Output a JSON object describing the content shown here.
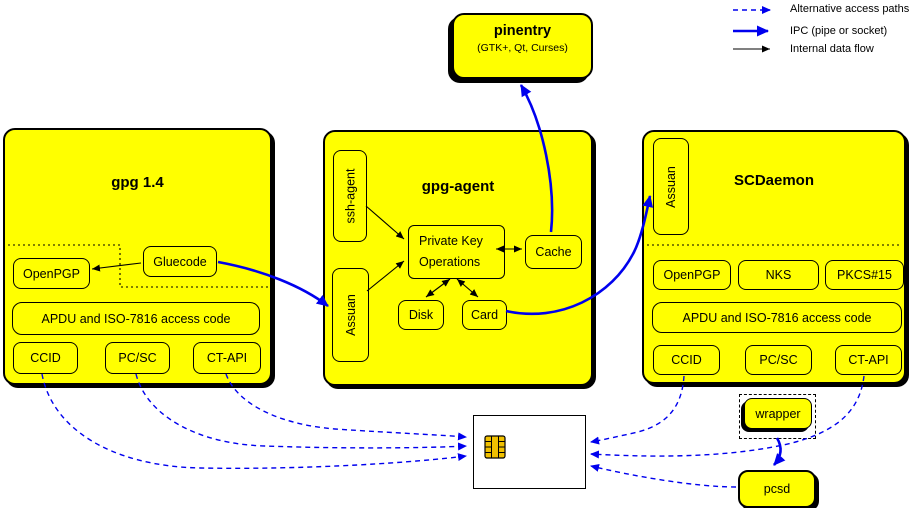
{
  "colors": {
    "box_fill": "#ffff00",
    "ipc_blue": "#0000ee",
    "chip_gold": "#f0c000",
    "background": "#ffffff",
    "border": "#000000"
  },
  "legend": {
    "items": [
      {
        "label": "Alternative access paths",
        "style": "dashed-blue-arrow"
      },
      {
        "label": "IPC (pipe or socket)",
        "style": "solid-blue-thick-arrow"
      },
      {
        "label": "Internal data flow",
        "style": "solid-black-thin-arrow"
      }
    ]
  },
  "pinentry": {
    "title": "pinentry",
    "subtitle": "(GTK+, Qt, Curses)"
  },
  "gpg14": {
    "title": "gpg 1.4",
    "openpgp": "OpenPGP",
    "gluecode": "Gluecode",
    "apdu": "APDU and ISO-7816 access code",
    "ccid": "CCID",
    "pcsc": "PC/SC",
    "ctapi": "CT-API"
  },
  "gpg_agent": {
    "title": "gpg-agent",
    "ssh_agent": "ssh-agent",
    "assuan": "Assuan",
    "private_key_ops_line1": "Private Key",
    "private_key_ops_line2": "Operations",
    "cache": "Cache",
    "disk": "Disk",
    "card": "Card"
  },
  "scdaemon": {
    "title": "SCDaemon",
    "assuan": "Assuan",
    "openpgp": "OpenPGP",
    "nks": "NKS",
    "pkcs15": "PKCS#15",
    "apdu": "APDU and ISO-7816 access code",
    "ccid": "CCID",
    "pcsc": "PC/SC",
    "ctapi": "CT-API"
  },
  "external": {
    "wrapper": "wrapper",
    "pcsd": "pcsd",
    "smartcard": "smartcard"
  }
}
